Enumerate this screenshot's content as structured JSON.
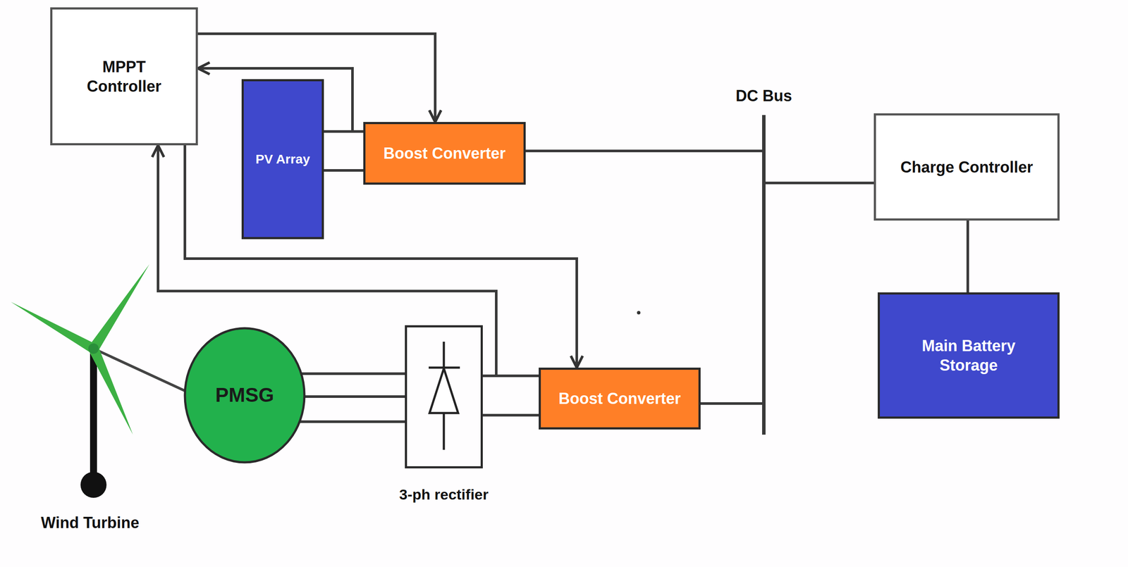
{
  "diagram": {
    "nodes": [
      {
        "text": [
          "MPPT Controller"
        ]
      },
      {
        "text": [
          "PV Array"
        ]
      },
      {
        "text": [
          "Boost Converter"
        ]
      },
      {
        "text": [
          "DC Bus"
        ]
      },
      {
        "text": [
          "Charge Controller"
        ]
      },
      {
        "text": [
          "PMSG"
        ]
      },
      {
        "text": [
          "3-ph rectifier"
        ]
      },
      {
        "text": [
          "Boost Converter"
        ]
      },
      {
        "text": [
          "Main Battery Storage"
        ]
      }
    ],
    "edges": [
      {
        "from": 0,
        "to": 2,
        "arrow": "to"
      },
      {
        "from": 1,
        "to": 0,
        "arrow": "to"
      },
      {
        "from": 1,
        "to": 2,
        "arrow": "none"
      },
      {
        "from": 1,
        "to": 2,
        "arrow": "none"
      },
      {
        "from": 2,
        "to": 3,
        "arrow": "none"
      },
      {
        "from": 3,
        "to": 4,
        "arrow": "none"
      },
      {
        "from": 4,
        "to": 8,
        "arrow": "none"
      },
      {
        "from": 5,
        "to": 6,
        "arrow": "none"
      },
      {
        "from": 5,
        "to": 6,
        "arrow": "none"
      },
      {
        "from": 5,
        "to": 6,
        "arrow": "none"
      },
      {
        "from": 6,
        "to": 7,
        "arrow": "none"
      },
      {
        "from": 6,
        "to": 7,
        "arrow": "none"
      },
      {
        "from": 6,
        "to": 0,
        "arrow": "to"
      },
      {
        "from": 0,
        "to": 7,
        "arrow": "to"
      },
      {
        "from": 7,
        "to": 3,
        "arrow": "none"
      }
    ],
    "labels": [
      "Wind Turbine"
    ]
  }
}
